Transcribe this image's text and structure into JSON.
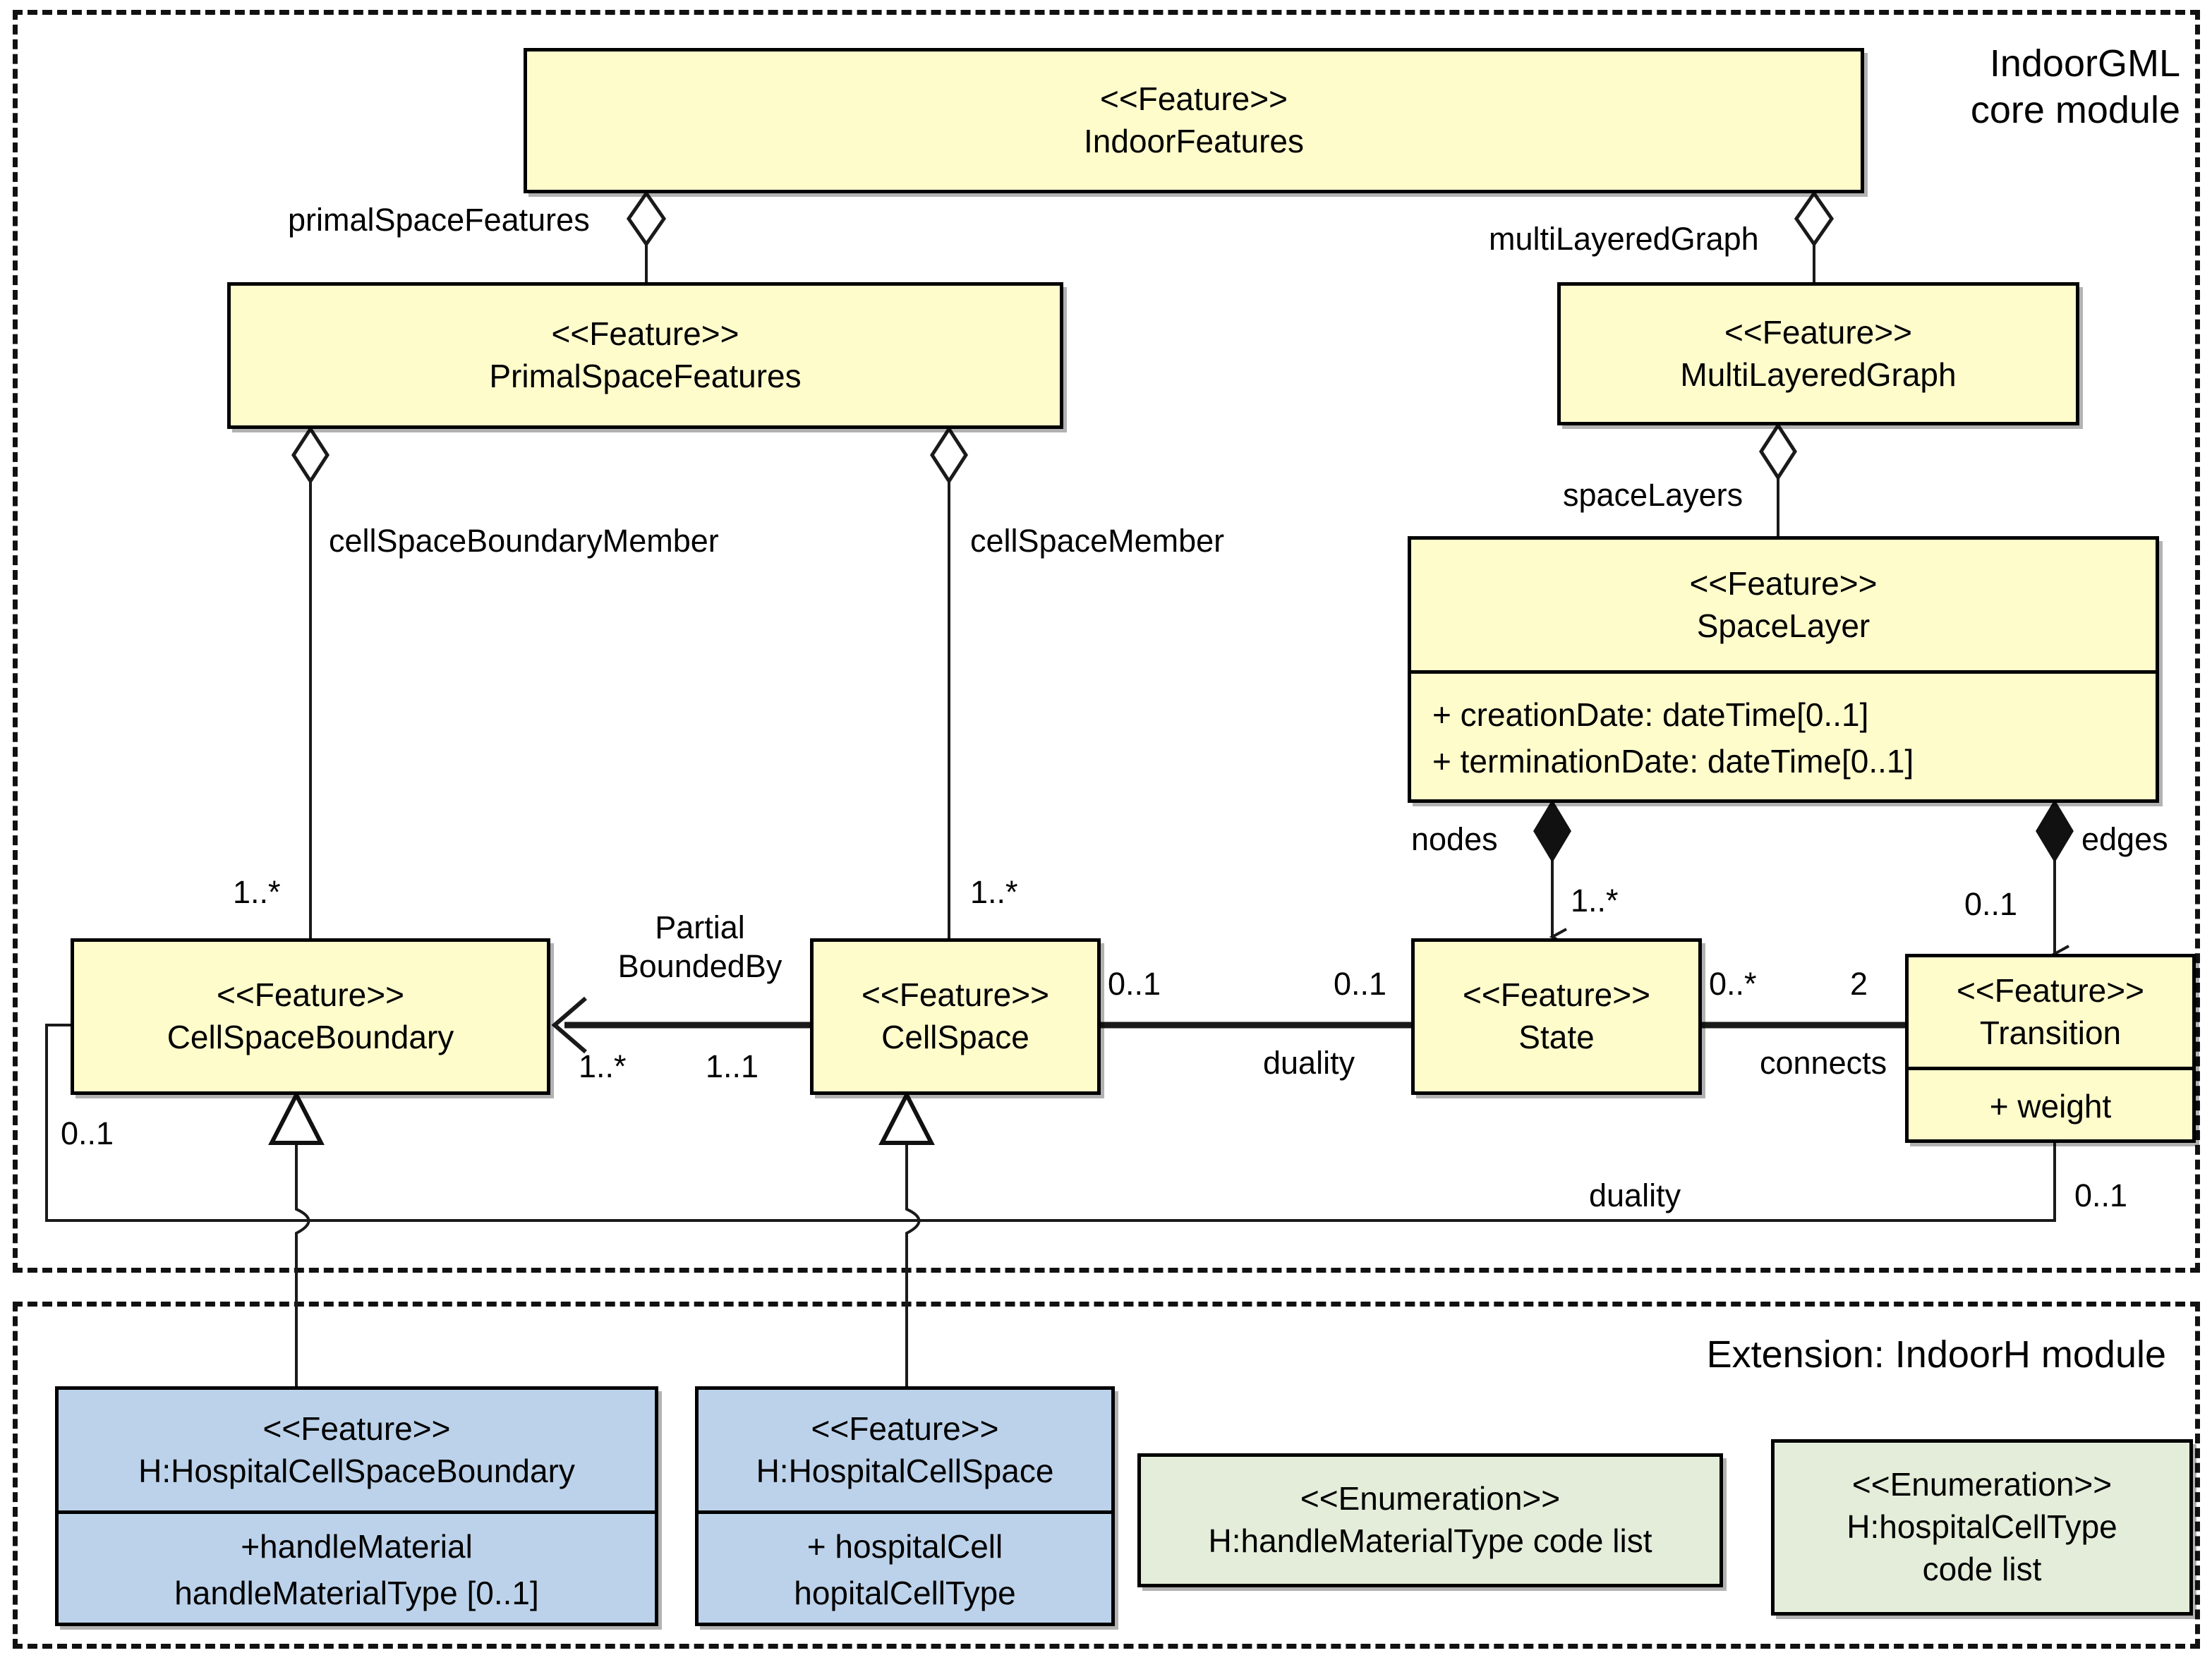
{
  "packages": [
    {
      "id": "core",
      "label": "IndoorGML\ncore module"
    },
    {
      "id": "indoorh",
      "label": "Extension: IndoorH module"
    }
  ],
  "colors": {
    "feature_fill": "#FFFCCC",
    "extension_fill": "#BCD2EA",
    "enumeration_fill": "#E3EDD9",
    "line": "#1a1a1a",
    "border": "#000000"
  },
  "classes": {
    "indoor_features": {
      "stereotype": "<<Feature>>",
      "name": "IndoorFeatures"
    },
    "primal_space_features": {
      "stereotype": "<<Feature>>",
      "name": "PrimalSpaceFeatures"
    },
    "multi_layered_graph": {
      "stereotype": "<<Feature>>",
      "name": "MultiLayeredGraph"
    },
    "space_layer": {
      "stereotype": "<<Feature>>",
      "name": "SpaceLayer",
      "attributes": [
        "+ creationDate: dateTime[0..1]",
        "+ terminationDate: dateTime[0..1]"
      ]
    },
    "cell_space_boundary": {
      "stereotype": "<<Feature>>",
      "name": "CellSpaceBoundary"
    },
    "cell_space": {
      "stereotype": "<<Feature>>",
      "name": "CellSpace"
    },
    "state": {
      "stereotype": "<<Feature>>",
      "name": "State"
    },
    "transition": {
      "stereotype": "<<Feature>>",
      "name": "Transition",
      "attributes": [
        "+ weight"
      ]
    },
    "hospital_cell_space_boundary": {
      "stereotype": "<<Feature>>",
      "name": "H:HospitalCellSpaceBoundary",
      "attributes": [
        "+handleMaterial",
        "handleMaterialType [0..1]"
      ]
    },
    "hospital_cell_space": {
      "stereotype": "<<Feature>>",
      "name": "H:HospitalCellSpace",
      "attributes": [
        "+ hospitalCell",
        "hopitalCellType"
      ]
    },
    "handle_material_type": {
      "stereotype": "<<Enumeration>>",
      "name": "H:handleMaterialType code list"
    },
    "hospital_cell_type": {
      "stereotype": "<<Enumeration>>",
      "name": "H:hospitalCellType\ncode list"
    }
  },
  "relations": {
    "primal_space_features_role": "primalSpaceFeatures",
    "multi_layered_graph_role": "multiLayeredGraph",
    "space_layers_role": "spaceLayers",
    "cell_space_boundary_member_role": "cellSpaceBoundaryMember",
    "cell_space_member_role": "cellSpaceMember",
    "nodes_role": "nodes",
    "edges_role": "edges",
    "partial_bounded_by_role": "Partial\nBoundedBy",
    "duality_role_top": "duality",
    "duality_role_bottom": "duality",
    "connects_role": "connects"
  },
  "multiplicities": {
    "csb_member_mult": "1..*",
    "cs_member_mult": "1..*",
    "nodes_mult": "1..*",
    "edges_mult": "0..1",
    "partial_bounded_by_src": "1..*",
    "partial_bounded_by_dst": "1..1",
    "cellspace_duality_src": "0..1",
    "state_duality_dst": "0..1",
    "state_connects": "0..*",
    "transition_connects": "2",
    "transition_duality_src": "0..1",
    "cellspaceboundary_duality_dst": "0..1"
  }
}
